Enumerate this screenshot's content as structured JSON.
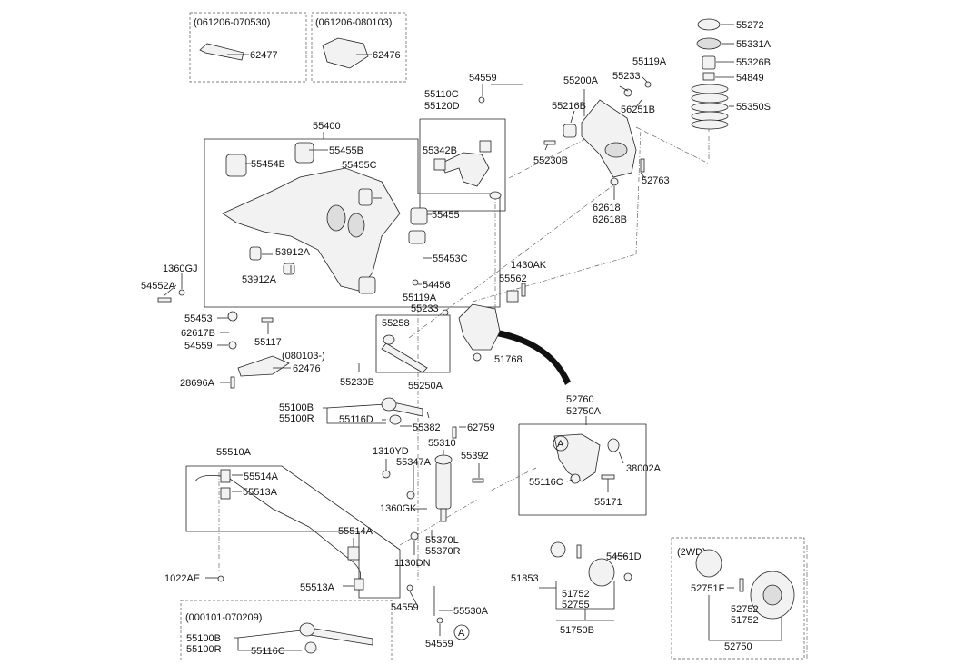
{
  "boxes": {
    "top_left_1": "(061206-070530)",
    "top_left_2": "(061206-080103)",
    "bracket_080103": "(080103-)",
    "bottom_left": "(000101-070209)",
    "awd": "(2WD)"
  },
  "labels": {
    "p62477": "62477",
    "p62476a": "62476",
    "p54559a": "54559",
    "p55110C": "55110C",
    "p55120D": "55120D",
    "p55400": "55400",
    "p55455B": "55455B",
    "p55454B": "55454B",
    "p55455C": "55455C",
    "p55342B": "55342B",
    "p55455": "55455",
    "p55453C": "55453C",
    "p53912Aa": "53912A",
    "p53912Ab": "53912A",
    "p1360GJ": "1360GJ",
    "p54552A": "54552A",
    "p55453": "55453",
    "p62617B": "62617B",
    "p54559b": "54559",
    "p55117": "55117",
    "p62476b": "62476",
    "p28696A": "28696A",
    "p55230Ba": "55230B",
    "p54456": "54456",
    "p55119Aa": "55119A",
    "p55233a": "55233",
    "p55258": "55258",
    "p55250A": "55250A",
    "p51768": "51768",
    "p55562": "55562",
    "p1430AK": "1430AK",
    "p55200A": "55200A",
    "p55233b": "55233",
    "p55119Ab": "55119A",
    "p55216B": "55216B",
    "p56251B": "56251B",
    "p55230Bb": "55230B",
    "p52763": "52763",
    "p62618": "62618",
    "p62618B": "62618B",
    "p55272": "55272",
    "p55331A": "55331A",
    "p55326B": "55326B",
    "p54849": "54849",
    "p55350S": "55350S",
    "p55100Ba": "55100B",
    "p55100Ra": "55100R",
    "p55116D": "55116D",
    "p55382": "55382",
    "p62759": "62759",
    "p52760": "52760",
    "p52750A": "52750A",
    "p38002A": "38002A",
    "p55116C": "55116C",
    "p55171": "55171",
    "p55510A": "55510A",
    "p55514Aa": "55514A",
    "p55513Aa": "55513A",
    "p55514Ab": "55514A",
    "p55513Ab": "55513A",
    "p1022AE": "1022AE",
    "p1310YD": "1310YD",
    "p55310": "55310",
    "p55347A": "55347A",
    "p55392": "55392",
    "p1360GK": "1360GK",
    "p55370L": "55370L",
    "p55370R": "55370R",
    "p1130DN": "1130DN",
    "p54559c": "54559",
    "p55530A": "55530A",
    "p54559d": "54559",
    "p55100Bb": "55100B",
    "p55100Rb": "55100R",
    "p55116Cb": "55116C",
    "p51853": "51853",
    "p51752a": "51752",
    "p52755": "52755",
    "p54561D": "54561D",
    "p51750B": "51750B",
    "p52751F": "52751F",
    "p52752": "52752",
    "p51752b": "51752",
    "p52750": "52750",
    "refA1": "A",
    "refA2": "A"
  }
}
